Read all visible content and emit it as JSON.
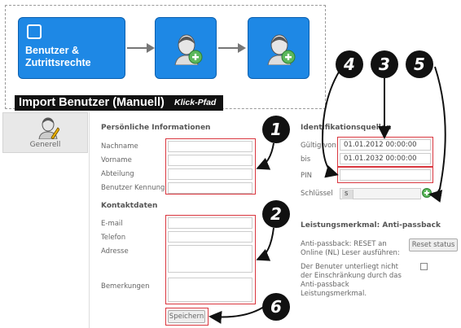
{
  "workflow": {
    "step1_label": "Benutzer &\nZutrittsrechte",
    "banner_title": "Import Benutzer (Manuell)",
    "banner_sub": "Klick-Pfad"
  },
  "left_tab": {
    "label": "Generell"
  },
  "personal": {
    "heading": "Persönliche Informationen",
    "labels": [
      "Nachname",
      "Vorname",
      "Abteilung",
      "Benutzer Kennung"
    ]
  },
  "contact": {
    "heading": "Kontaktdaten",
    "email": "E-mail",
    "phone": "Telefon",
    "address": "Adresse",
    "notes": "Bemerkungen"
  },
  "ident": {
    "heading": "Identifikationsquellen",
    "valid_from_label": "Gültig von",
    "valid_from_value": "01.01.2012 00:00:00",
    "valid_to_label": "bis",
    "valid_to_value": "01.01.2032 00:00:00",
    "pin_label": "PIN",
    "key_label": "Schlüssel",
    "key_value": "s"
  },
  "perf": {
    "heading": "Leistungsmerkmal: Anti-passback",
    "reset_text": "Anti-passback: RESET an Online (NL) Leser ausführen:",
    "reset_button": "Reset status",
    "restrict_text": "Der Benuter unterliegt nicht der Einschränkung durch das Anti-passback Leistungsmerkmal."
  },
  "save_button": "Speichern",
  "callouts": [
    "1",
    "2",
    "3",
    "4",
    "5",
    "6"
  ],
  "colors": {
    "tile_blue": "#1e88e5",
    "highlight_red": "#d9363e",
    "banner_black": "#111111"
  }
}
